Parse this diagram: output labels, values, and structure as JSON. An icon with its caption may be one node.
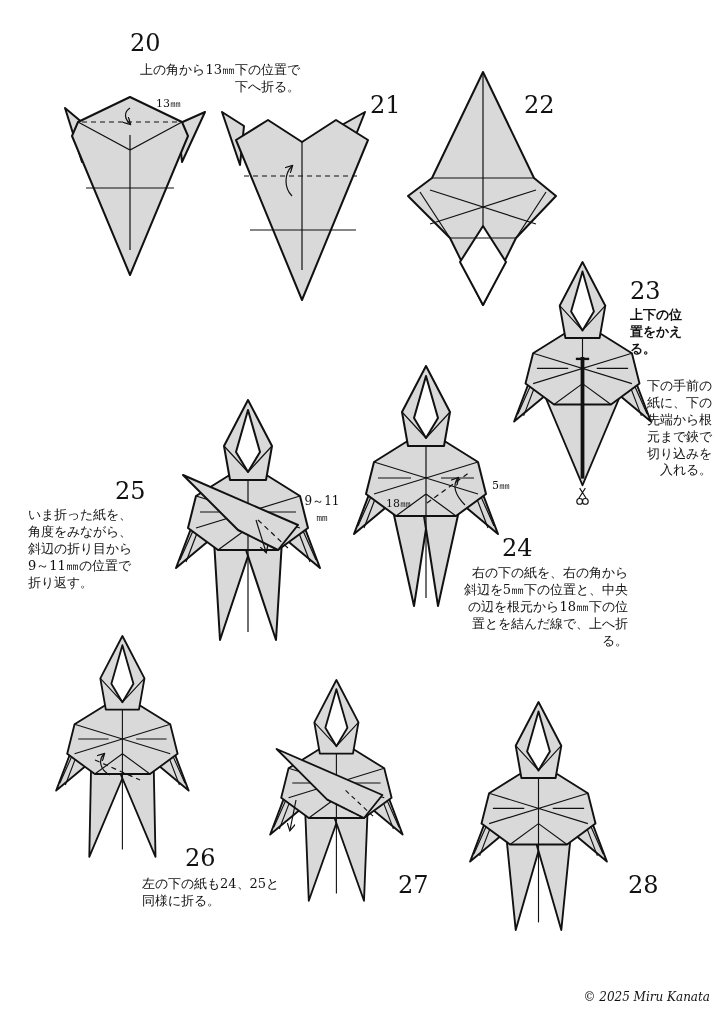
{
  "diagram": {
    "labels": [
      "20",
      "上の角から13㎜下の位置で下へ折る。",
      "13㎜",
      "21",
      "22",
      "23",
      "上下の位置をかえる。",
      "下の手前の紙に、下の先端から根元まで鋏で切り込みを入れる。",
      "25",
      "いま折った紙を、角度をみながら、斜辺の折り目から9～11㎜の位置で折り返す。",
      "9～11 ㎜",
      "18㎜",
      "5㎜",
      "24",
      "右の下の紙を、右の角から斜辺を5㎜下の位置と、中央の辺を根元から18㎜下の位置とを結んだ線で、上へ折る。",
      "26",
      "左の下の紙も24、25と同様に折る。",
      "27",
      "28",
      "© 2025 Miru Kanata"
    ]
  }
}
